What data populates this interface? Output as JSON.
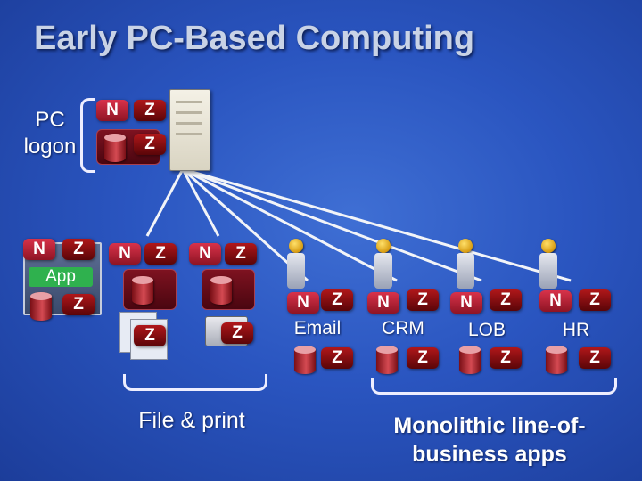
{
  "title": "Early PC-Based Computing",
  "pc_logon": {
    "line1": "PC",
    "line2": "logon"
  },
  "badges": {
    "n": "N",
    "z": "Z"
  },
  "app_label": "App",
  "services": [
    "Email",
    "CRM",
    "LOB",
    "HR"
  ],
  "captions": {
    "file_print": "File & print",
    "monolithic": "Monolithic line-of-business apps"
  }
}
